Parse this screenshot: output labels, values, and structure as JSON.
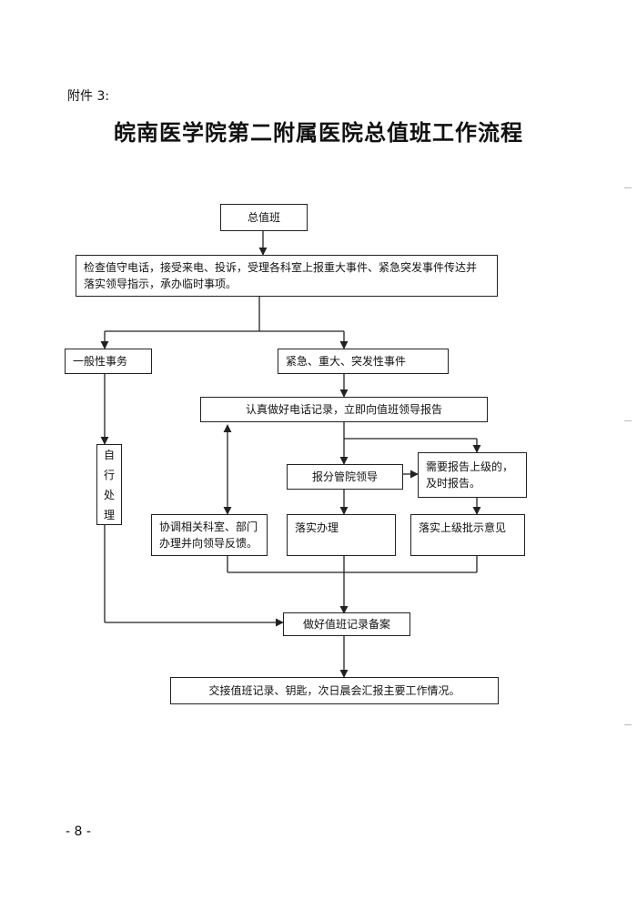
{
  "header": {
    "annex": "附件 3:",
    "title": "皖南医学院第二附属医院总值班工作流程"
  },
  "flow": {
    "duty": "总值班",
    "check_line1": "检查值守电话，接受来电、投诉，受理各科室上报重大事件、紧急突发事件传达并",
    "check_line2": "落实领导指示，承办临时事项。",
    "general": "一般性事务",
    "urgent": "紧急、重大、突发性事件",
    "self_chars": [
      "自",
      "行",
      "处",
      "理"
    ],
    "record_report": "认真做好电话记录，立即向值班领导报告",
    "report_leader": "报分管院领导",
    "need_report_line1": "需要报告上级的，",
    "need_report_line2": "及时报告。",
    "coordinate_line1": "协调相关科室、部门",
    "coordinate_line2": "办理并向领导反馈。",
    "implement": "落实办理",
    "implement_superior": "落实上级批示意见",
    "record_file": "做好值班记录备案",
    "handover": "交接值班记录、钥匙，次日晨会汇报主要工作情况。"
  },
  "footer": {
    "page_number": "- 8 -"
  }
}
